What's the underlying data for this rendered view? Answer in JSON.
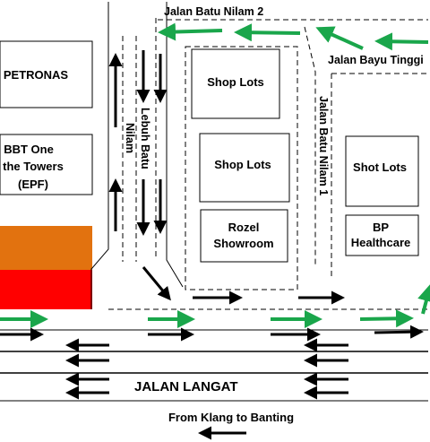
{
  "roads": {
    "batu_nilam_2": "Jalan Batu Nilam 2",
    "bayu_tinggi": "Jalan Bayu Tinggi",
    "lebuh_batu_nilam_line1": "Lebuh Batu",
    "lebuh_batu_nilam_line2": "Nilam",
    "batu_nilam_1": "Jalan Batu Nilam 1",
    "langat": "JALAN LANGAT"
  },
  "buildings": {
    "petronas": "PETRONAS",
    "bbt_line1": "BBT One",
    "bbt_line2": "the Towers",
    "bbt_line3": "(EPF)",
    "shop_lots_1": "Shop Lots",
    "shop_lots_2": "Shop Lots",
    "rozel_line1": "Rozel",
    "rozel_line2": "Showroom",
    "shot_lots": "Shot Lots",
    "bp_line1": "BP",
    "bp_line2": "Healthcare"
  },
  "footer": {
    "direction": "From Klang to Banting"
  },
  "colors": {
    "green_arrow": "#1aa64b",
    "black_arrow": "#000000",
    "orange_block": "#e2720f",
    "red_block": "#ff0000"
  }
}
